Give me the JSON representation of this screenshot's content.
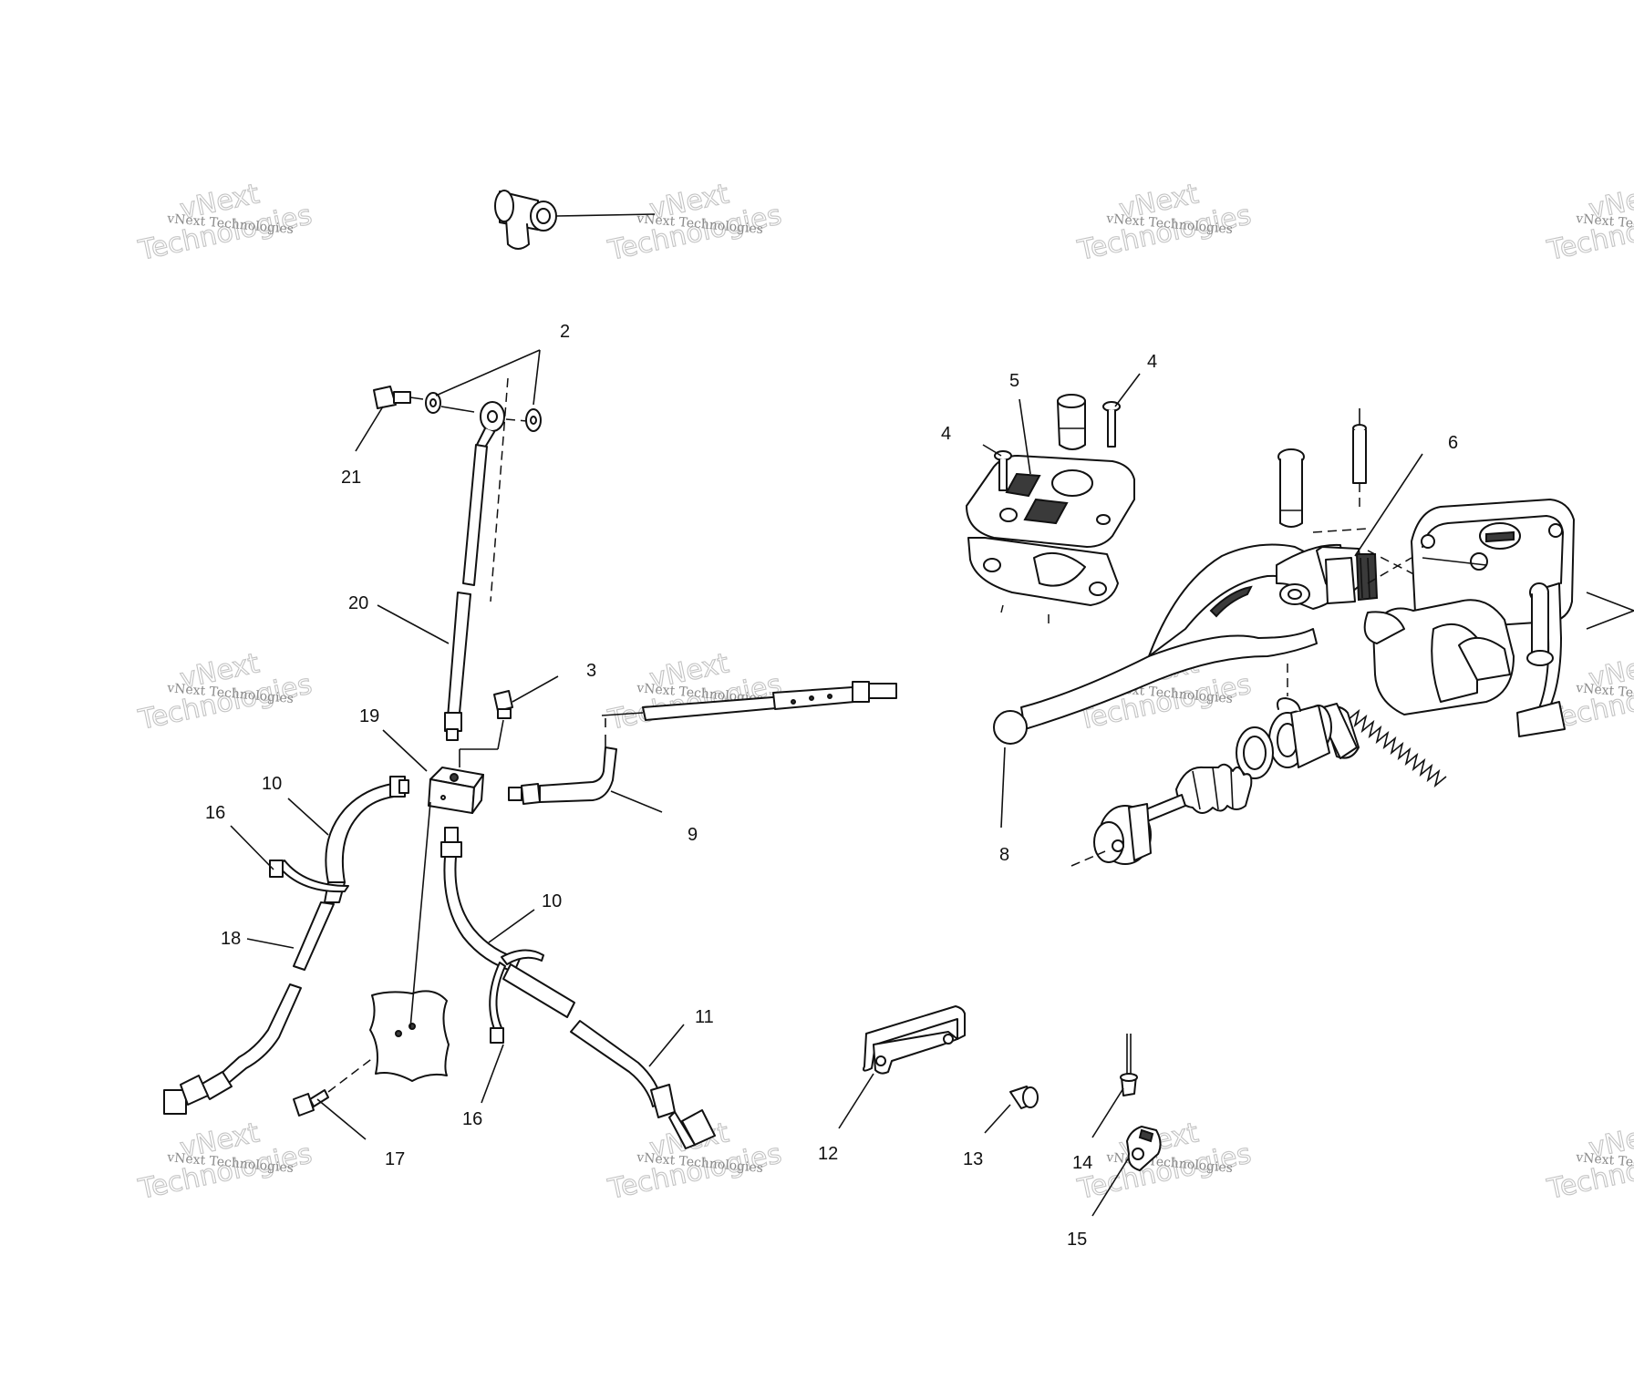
{
  "watermark": {
    "line1": "vNext Technologies",
    "line2": "vNext",
    "line3": "Technologies"
  },
  "callouts": {
    "c2": "2",
    "c3": "3",
    "c4a": "4",
    "c4b": "4",
    "c5": "5",
    "c6": "6",
    "c8": "8",
    "c9": "9",
    "c10a": "10",
    "c10b": "10",
    "c11": "11",
    "c12": "12",
    "c13": "13",
    "c14": "14",
    "c15": "15",
    "c16a": "16",
    "c16b": "16",
    "c17": "17",
    "c18": "18",
    "c19": "19",
    "c20": "20",
    "c21": "21"
  },
  "colors": {
    "ink": "#111111",
    "watermark_text": "#8a8a8a",
    "watermark_outline": "#c4c4c4"
  }
}
